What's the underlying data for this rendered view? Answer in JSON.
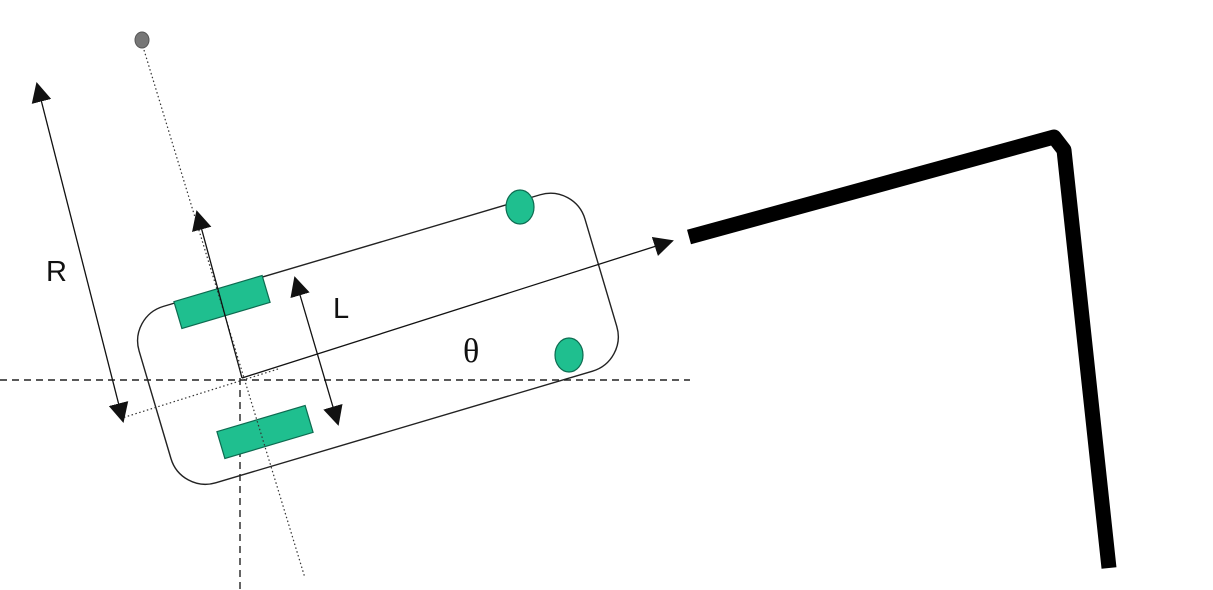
{
  "diagram": {
    "labels": {
      "radius": "R",
      "wheel_base": "L",
      "heading_angle": "θ"
    },
    "colors": {
      "background": "#ffffff",
      "wheel": "#1fbf8f",
      "wheel_stroke": "#0d6b50",
      "body_outline": "#222222",
      "line": "#111111",
      "wall": "#000000",
      "icc_point": "#777777"
    }
  }
}
